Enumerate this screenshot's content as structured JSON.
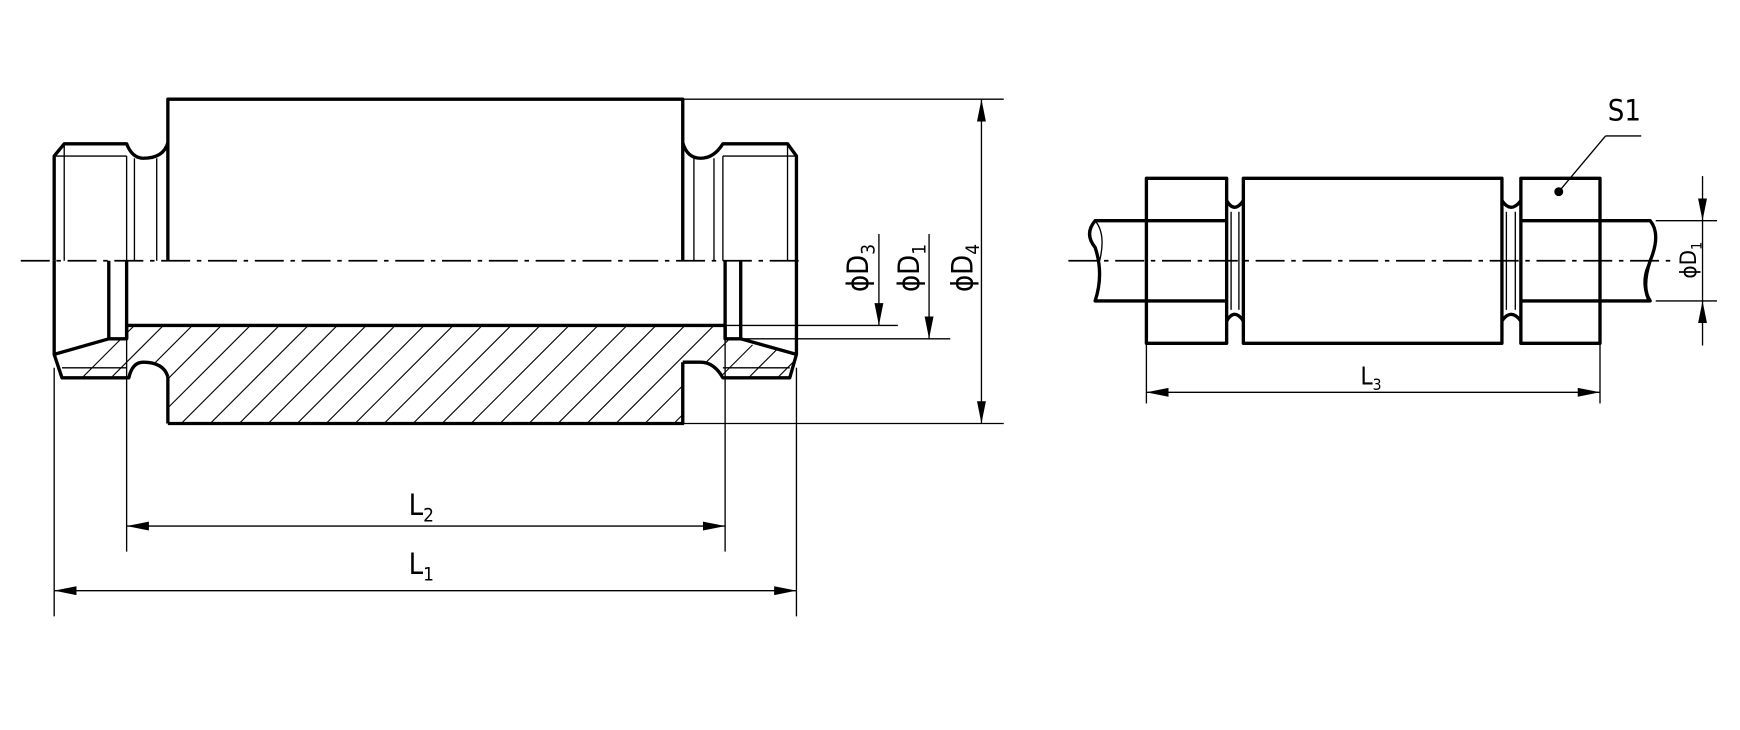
{
  "drawing": {
    "section_view": {
      "dimensions": {
        "d3": {
          "symbol": "ϕD",
          "sub": "3"
        },
        "d1": {
          "symbol": "ϕD",
          "sub": "1"
        },
        "d4": {
          "symbol": "ϕD",
          "sub": "4"
        },
        "l2": {
          "symbol": "L",
          "sub": "2"
        },
        "l1": {
          "symbol": "L",
          "sub": "1"
        }
      }
    },
    "assembly_view": {
      "dimensions": {
        "l3": {
          "symbol": "L",
          "sub": "3"
        },
        "d1": {
          "symbol": "ϕD",
          "sub": "1"
        }
      },
      "callout": "S1"
    },
    "colors": {
      "line": "#000000",
      "background": "#ffffff"
    }
  }
}
